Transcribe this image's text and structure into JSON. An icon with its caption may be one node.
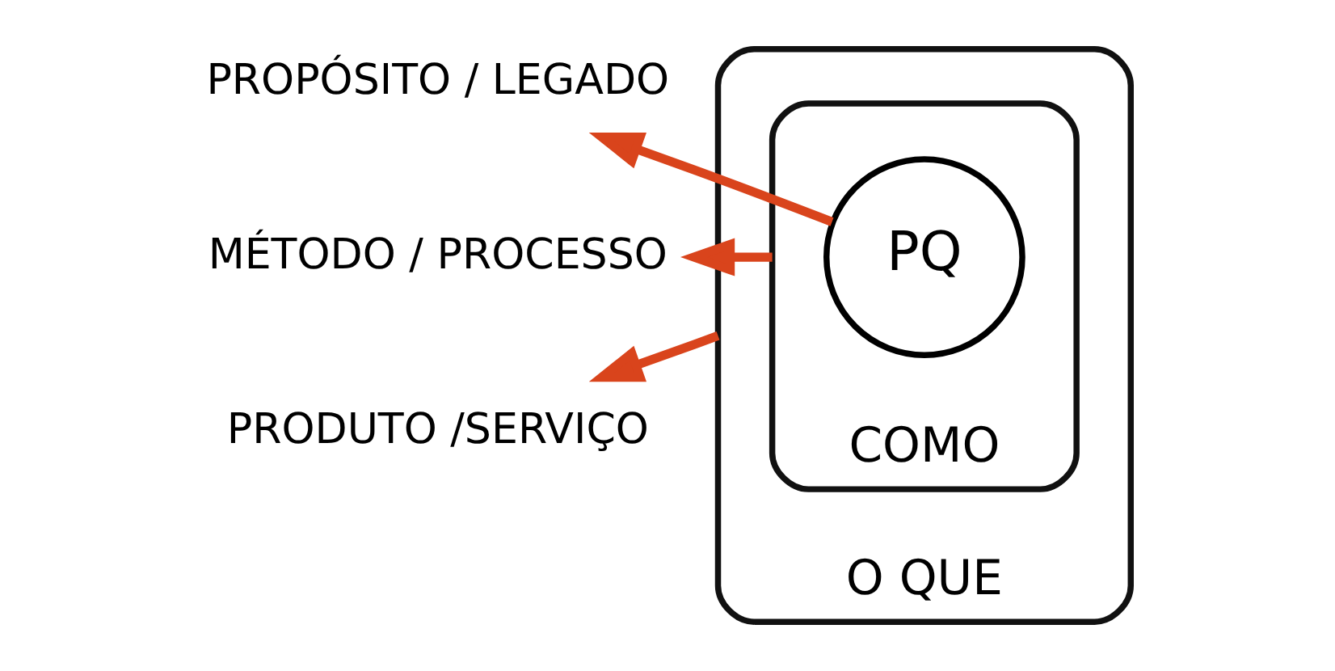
{
  "diagram": {
    "nodes": [
      {
        "text": [
          "O QUE"
        ]
      },
      {
        "text": [
          "COMO"
        ],
        "in": 0
      },
      {
        "text": [
          "PQ"
        ],
        "in": 1
      },
      {
        "text": [
          "PROPÓSITO / LEGADO"
        ]
      },
      {
        "text": [
          "MÉTODO / PROCESSO"
        ]
      },
      {
        "text": [
          "PRODUTO /SERVIÇO"
        ]
      }
    ],
    "edges": [
      {
        "from": 2,
        "to": 3,
        "arrow": "to"
      },
      {
        "from": 1,
        "to": 4,
        "arrow": "to"
      },
      {
        "from": 0,
        "to": 5,
        "arrow": "to"
      }
    ]
  }
}
